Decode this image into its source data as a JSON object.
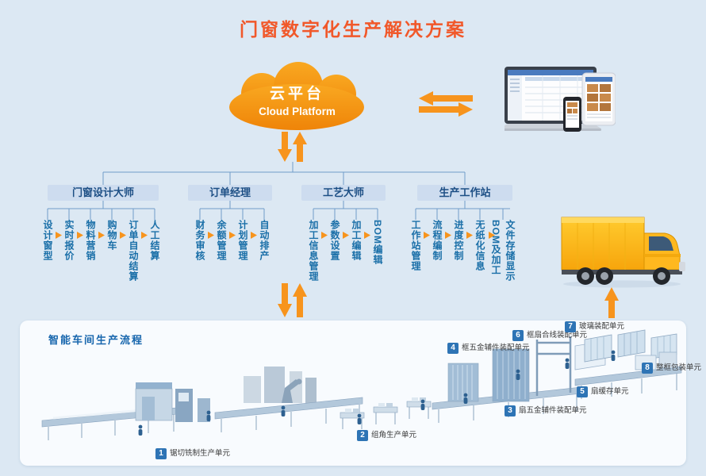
{
  "page_title": "门窗数字化生产解决方案",
  "cloud": {
    "name": "云平台",
    "subtitle": "Cloud Platform"
  },
  "branches": [
    {
      "label": "门窗设计大师",
      "children": [
        "设计窗型",
        "实时报价",
        "物料营销",
        "购物车",
        "订单自动结算",
        "人工结算"
      ]
    },
    {
      "label": "订单经理",
      "children": [
        "财务审核",
        "余额管理",
        "计划管理",
        "自动排产"
      ]
    },
    {
      "label": "工艺大师",
      "children": [
        "加工信息管理",
        "参数设置",
        "加工编辑",
        "BOM编辑"
      ]
    },
    {
      "label": "生产工作站",
      "children": [
        "工作站管理",
        "流程编制",
        "进度控制",
        "无纸化信息",
        "文件存储显示BOM及加工"
      ]
    }
  ],
  "workshop": {
    "title": "智能车间生产流程",
    "units": [
      {
        "num": "1",
        "label": "锯切铣制生产单元"
      },
      {
        "num": "2",
        "label": "组角生产单元"
      },
      {
        "num": "3",
        "label": "扇五金辅件装配单元"
      },
      {
        "num": "4",
        "label": "框五金辅件装配单元"
      },
      {
        "num": "5",
        "label": "扇缓存单元"
      },
      {
        "num": "6",
        "label": "框扇合线装配单元"
      },
      {
        "num": "7",
        "label": "玻璃装配单元"
      },
      {
        "num": "8",
        "label": "整框包装单元"
      }
    ]
  },
  "colors": {
    "canvas_bg": "#dce8f3",
    "title_orange": "#f1582a",
    "accent_orange": "#f7941d",
    "branch_header_bg": "#cddcef",
    "branch_header_text": "#1d4f85",
    "child_text_blue": "#1a6fa8",
    "connector_blue": "#6f9cc9",
    "badge_blue": "#2e74b5",
    "panel_bg": "#f8fbfe",
    "panel_title_blue": "#1766ad",
    "truck_yellow": "#ffc629"
  }
}
